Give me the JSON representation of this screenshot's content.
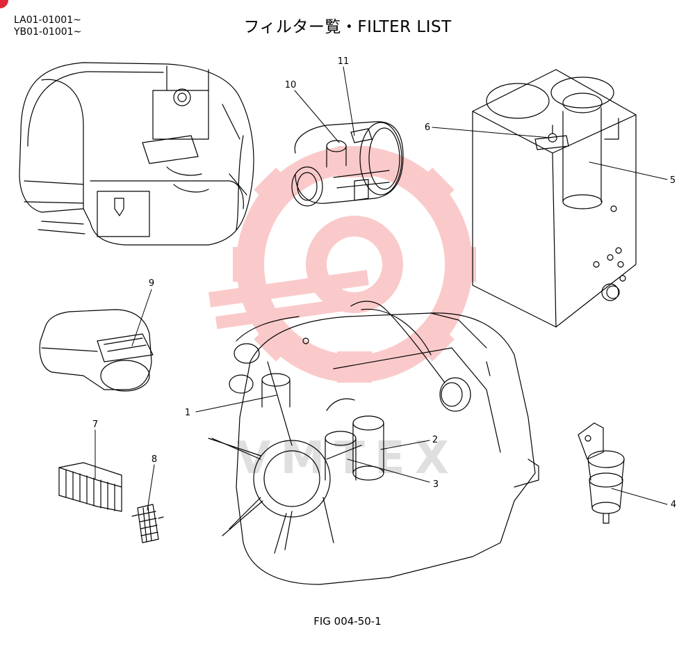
{
  "header": {
    "serial_ranges": [
      "LA01-01001~",
      "YB01-01001~"
    ],
    "title": "フィルター覧・FILTER LIST"
  },
  "footer": {
    "figure_number": "FIG 004-50-1"
  },
  "callouts": [
    "1",
    "2",
    "3",
    "4",
    "5",
    "6",
    "7",
    "8",
    "9",
    "10",
    "11"
  ],
  "watermark": {
    "text": "VMTEX",
    "color": "#f26b6b"
  },
  "colors": {
    "accent_corner": "#e0263a",
    "line": "#000000",
    "watermark": "#f26b6b"
  }
}
